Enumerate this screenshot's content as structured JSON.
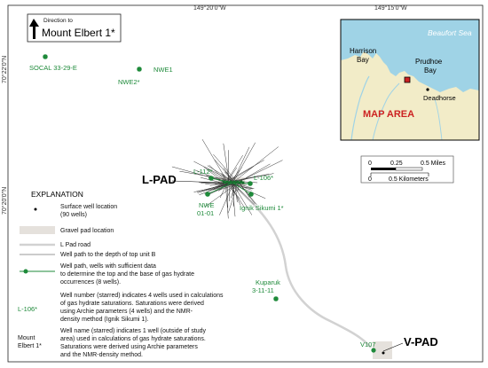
{
  "coords": {
    "top_left": "149°20'0\"W",
    "top_right": "149°15'0\"W",
    "lat_top": "70°22'0\"N",
    "lat_mid": "70°20'0\"N"
  },
  "direction": {
    "label": "Direction to",
    "target": "Mount Elbert 1*"
  },
  "wells": {
    "socal": "SOCAL 33-29-E",
    "nwe1": "NWE1",
    "nwe2": "NWE2*",
    "l112": "L-112*",
    "l106": "L-106*",
    "nwe0101_a": "NWE",
    "nwe0101_b": "01-01",
    "ignik": "Ignik Sikumi 1*",
    "kuparuk_a": "Kuparuk",
    "kuparuk_b": "3-11-11",
    "v107": "V107"
  },
  "pads": {
    "lpad": "L-PAD",
    "vpad": "V-PAD"
  },
  "inset": {
    "sea": "Beaufort Sea",
    "harrison_a": "Harrison",
    "harrison_b": "Bay",
    "prudhoe_a": "Prudhoe",
    "prudhoe_b": "Bay",
    "deadhorse": "Deadhorse",
    "map_area": "MAP AREA",
    "colors": {
      "land": "#f2ecc8",
      "sea": "#9fd3e6",
      "frame": "#000000",
      "map_area": "#cc2222"
    }
  },
  "scale": {
    "miles_ticks": [
      "0",
      "0.25",
      "0.5 Miles"
    ],
    "km_ticks": [
      "0",
      "0.5 Kilometers"
    ]
  },
  "legend": {
    "title": "EXPLANATION",
    "surface": "Surface well location",
    "surface_sub": "(90 wells)",
    "gravel": "Gravel pad location",
    "road": "L Pad road",
    "path": "Well path to the depth of top unit B",
    "sufficient": [
      "Well path, wells with sufficient data",
      "to determine the top and the base of gas hydrate",
      "occurrences (8 wells)."
    ],
    "star_key": "L-106*",
    "star_text": [
      "Well number (starred) indicates 4 wells used in calculations",
      "of gas hydrate saturations. Saturations were derived",
      "using Archie parameters (4 wells) and the NMR-",
      "density method (Ignik Sikumi 1)."
    ],
    "name_key_a": "Mount",
    "name_key_b": "Elbert 1*",
    "name_text": [
      "Well name (starred) indicates 1 well (outside of study",
      "area) used in calculations of gas hydrate saturations.",
      "Saturations were derived using Archie parameters",
      "and the NMR-density method."
    ]
  }
}
